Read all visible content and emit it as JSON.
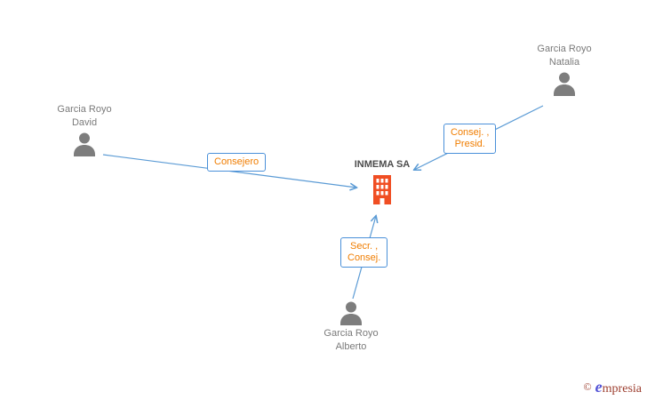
{
  "nodes": {
    "company": {
      "name": "INMEMA SA"
    },
    "david": {
      "line1": "Garcia Royo",
      "line2": "David"
    },
    "natalia": {
      "line1": "Garcia Royo",
      "line2": "Natalia"
    },
    "alberto": {
      "line1": "Garcia Royo",
      "line2": "Alberto"
    }
  },
  "edges": {
    "david_company": {
      "label": "Consejero"
    },
    "natalia_company": {
      "line1": "Consej. ,",
      "line2": "Presid."
    },
    "alberto_company": {
      "line1": "Secr. ,",
      "line2": "Consej."
    }
  },
  "icons": {
    "person": "person-silhouette",
    "company": "office-building"
  },
  "colors": {
    "edge_blue": "#5b9bd5",
    "label_border_blue": "#4a90d9",
    "label_text_orange": "#f07d00",
    "building_orange": "#f04e23",
    "person_gray": "#7d7d7d",
    "name_gray": "#7a7a7a",
    "company_text": "#4d4d4d",
    "brand_red": "#9c3d2e",
    "brand_blue": "#5353d6"
  },
  "footer": {
    "copyright": "©",
    "brand_e": "e",
    "brand_rest": "mpresia"
  }
}
